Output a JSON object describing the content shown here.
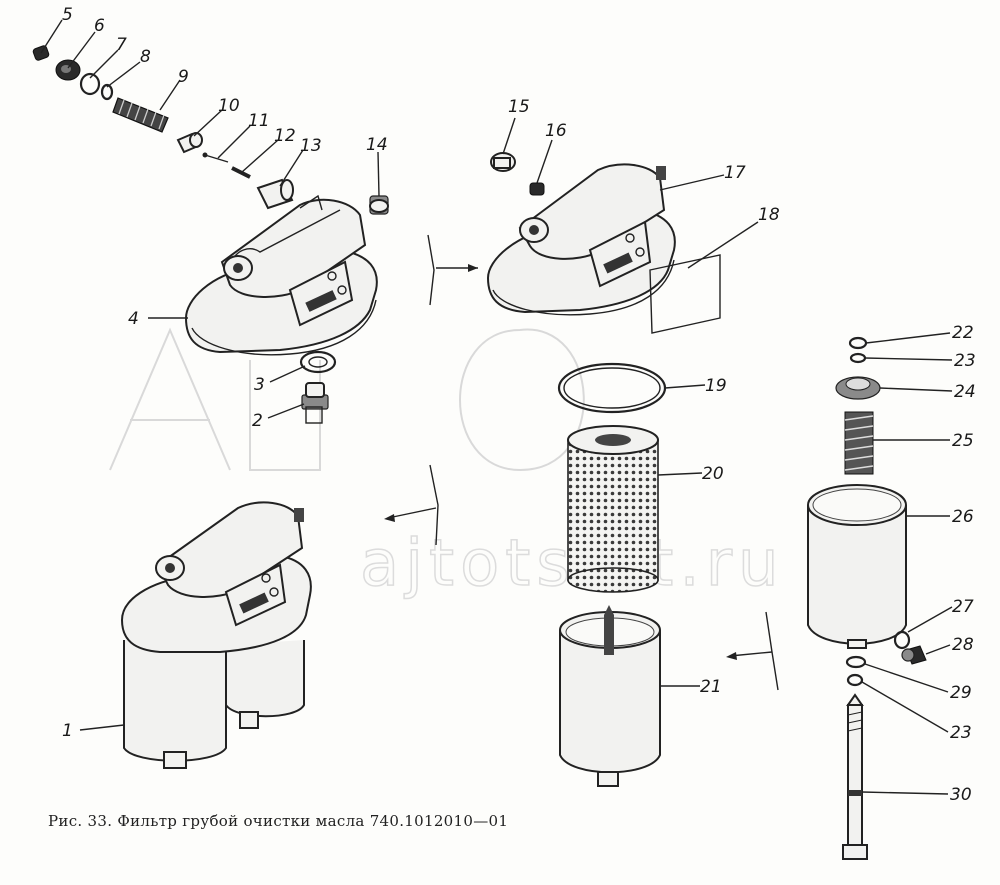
{
  "caption": "Рис. 33. Фильтр грубой очистки масла 740.1012010—01",
  "watermark": "ajtotsoft.ru",
  "callouts": [
    "1",
    "2",
    "3",
    "4",
    "5",
    "6",
    "7",
    "8",
    "9",
    "10",
    "11",
    "12",
    "13",
    "14",
    "15",
    "16",
    "17",
    "18",
    "19",
    "20",
    "21",
    "22",
    "23",
    "24",
    "25",
    "26",
    "27",
    "28",
    "29",
    "23",
    "30"
  ]
}
